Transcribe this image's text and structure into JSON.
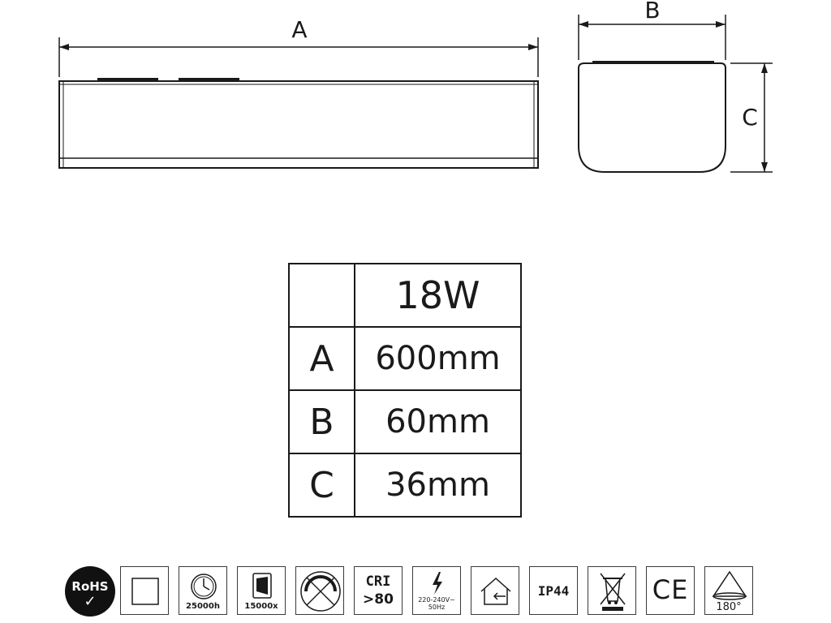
{
  "diagram": {
    "dimension_labels": {
      "length": "A",
      "width": "B",
      "height": "C"
    }
  },
  "spec_table": {
    "header": {
      "corner": "",
      "power": "18W"
    },
    "rows": [
      {
        "key": "A",
        "value": "600mm"
      },
      {
        "key": "B",
        "value": "60mm"
      },
      {
        "key": "C",
        "value": "36mm"
      }
    ]
  },
  "icons": [
    {
      "name": "rohs-badge",
      "line1": "RoHS",
      "line2": "✓"
    },
    {
      "name": "square-shape-icon"
    },
    {
      "name": "lifetime-clock-icon",
      "caption": "25000h"
    },
    {
      "name": "switch-cycles-icon",
      "caption": "15000x"
    },
    {
      "name": "no-dimming-icon"
    },
    {
      "name": "cri-icon",
      "line1": "CRI",
      "line2": ">80"
    },
    {
      "name": "voltage-icon",
      "line1": "220-240V~",
      "line2": "50Hz"
    },
    {
      "name": "indoor-use-icon"
    },
    {
      "name": "ip-rating-icon",
      "text": "IP44"
    },
    {
      "name": "weee-disposal-icon"
    },
    {
      "name": "ce-mark-icon",
      "text": "CE"
    },
    {
      "name": "beam-angle-icon",
      "caption": "180°"
    }
  ]
}
